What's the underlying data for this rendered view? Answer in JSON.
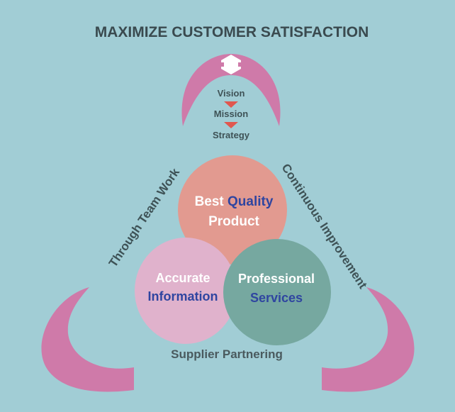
{
  "title": "MAXIMIZE CUSTOMER SATISFACTION",
  "top_steps": [
    "Vision",
    "Mission",
    "Strategy"
  ],
  "sides": {
    "left": "Through Team Work",
    "right": "Continuous Improvement",
    "bottom": "Supplier Partnering"
  },
  "circles": {
    "top": {
      "line1_a": "Best",
      "line1_b": "Quality",
      "line2": "Product"
    },
    "left": {
      "line1": "Accurate",
      "line2": "Information"
    },
    "right": {
      "line1": "Professional",
      "line2": "Services"
    }
  },
  "colors": {
    "background": "#a1cdd5",
    "crescent": "#cf7aa9",
    "circle_top": "#e29a90",
    "circle_left": "#e0b2cc",
    "circle_right": "#76a8a0",
    "text_dark": "#3e5256",
    "text_blue": "#2f45a0",
    "arrow_red": "#e0574f"
  }
}
